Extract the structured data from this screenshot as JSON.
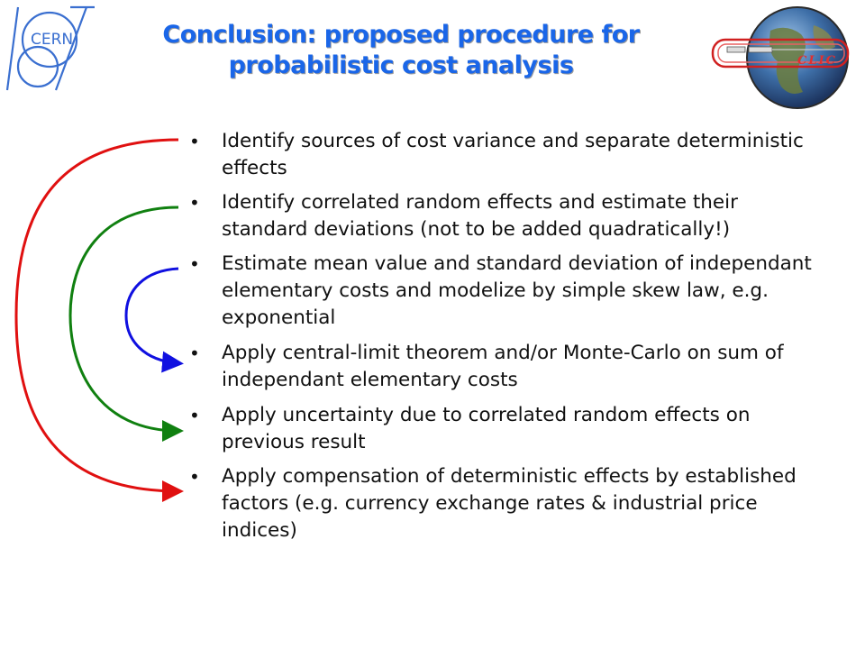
{
  "header": {
    "title_line1": "Conclusion: proposed procedure for",
    "title_line2": "probabilistic cost analysis",
    "cern_logo_text": "CERN",
    "clic_logo_text": "CLIC"
  },
  "bullets": [
    {
      "text": "Identify sources of cost variance and separate deterministic effects"
    },
    {
      "text": "Identify correlated random effects and estimate their standard deviations (not to be added quadratically!)"
    },
    {
      "text": "Estimate mean value and standard deviation of independant elementary costs and modelize by simple skew law, e.g. exponential"
    },
    {
      "text": "Apply central-limit theorem and/or Monte-Carlo on sum of independant elementary costs"
    },
    {
      "text": "Apply uncertainty due to correlated random effects on previous result"
    },
    {
      "text": "Apply compensation of deterministic effects by established factors (e.g. currency exchange rates & industrial price indices)"
    }
  ],
  "colors": {
    "title": "#1a66e8",
    "arc_outer": "#e01010",
    "arc_middle": "#108010",
    "arc_inner": "#1010e0",
    "cern_logo": "#3a6fd0"
  }
}
